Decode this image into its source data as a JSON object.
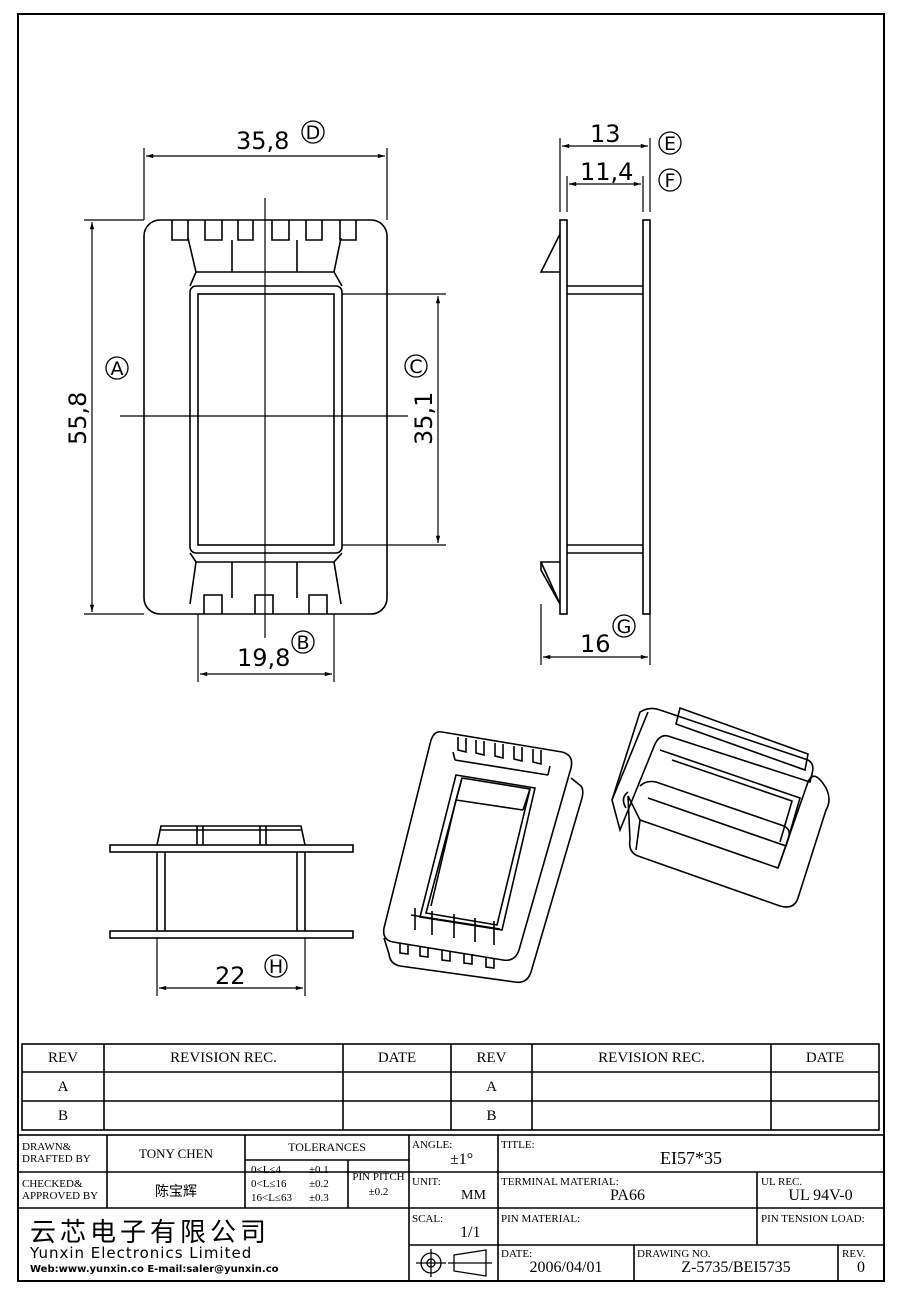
{
  "dimensions": {
    "A": {
      "value": "55,8",
      "tag": "A"
    },
    "B": {
      "value": "19,8",
      "tag": "B"
    },
    "C": {
      "value": "35,1",
      "tag": "C"
    },
    "D": {
      "value": "35,8",
      "tag": "D"
    },
    "E": {
      "value": "13",
      "tag": "E"
    },
    "F": {
      "value": "11,4",
      "tag": "F"
    },
    "G": {
      "value": "16",
      "tag": "G"
    },
    "H": {
      "value": "22",
      "tag": "H"
    }
  },
  "revision_table": {
    "headers": {
      "rev": "REV",
      "rec": "REVISION REC.",
      "date": "DATE"
    },
    "rows": [
      "A",
      "B"
    ]
  },
  "title_block": {
    "drawn_label": "DRAWN&\nDRAFTED BY",
    "drawn_value": "TONY CHEN",
    "checked_label": "CHECKED&\nAPPROVED BY",
    "checked_value": "陈宝辉",
    "tolerances_label": "TOLERANCES",
    "tol_rows": [
      "0<L≤4",
      "0<L≤16",
      "16<L≤63"
    ],
    "tol_vals": [
      "±0.1",
      "±0.2",
      "±0.3"
    ],
    "pin_pitch_label": "PIN PITCH",
    "pin_pitch_value": "±0.2",
    "angle_label": "ANGLE:",
    "angle_value": "±1°",
    "unit_label": "UNIT:",
    "unit_value": "MM",
    "scale_label": "SCAL:",
    "scale_value": "1/1",
    "title_label": "TITLE:",
    "title_value": "EI57*35",
    "terminal_label": "TERMINAL MATERIAL:",
    "terminal_value": "PA66",
    "ul_label": "UL REC.",
    "ul_value": "UL 94V-0",
    "pin_material_label": "PIN MATERIAL:",
    "pin_tension_label": "PIN TENSION LOAD:",
    "date_label": "DATE:",
    "date_value": "2006/04/01",
    "drawing_no_label": "DRAWING NO.",
    "drawing_no_value": "Z-5735/BEI5735",
    "rev_label": "REV.",
    "rev_value": "0"
  },
  "company": {
    "name_cn": "云芯电子有限公司",
    "name_en": "Yunxin Electronics Limited",
    "contact": "Web:www.yunxin.co E-mail:saler@yunxin.co"
  }
}
